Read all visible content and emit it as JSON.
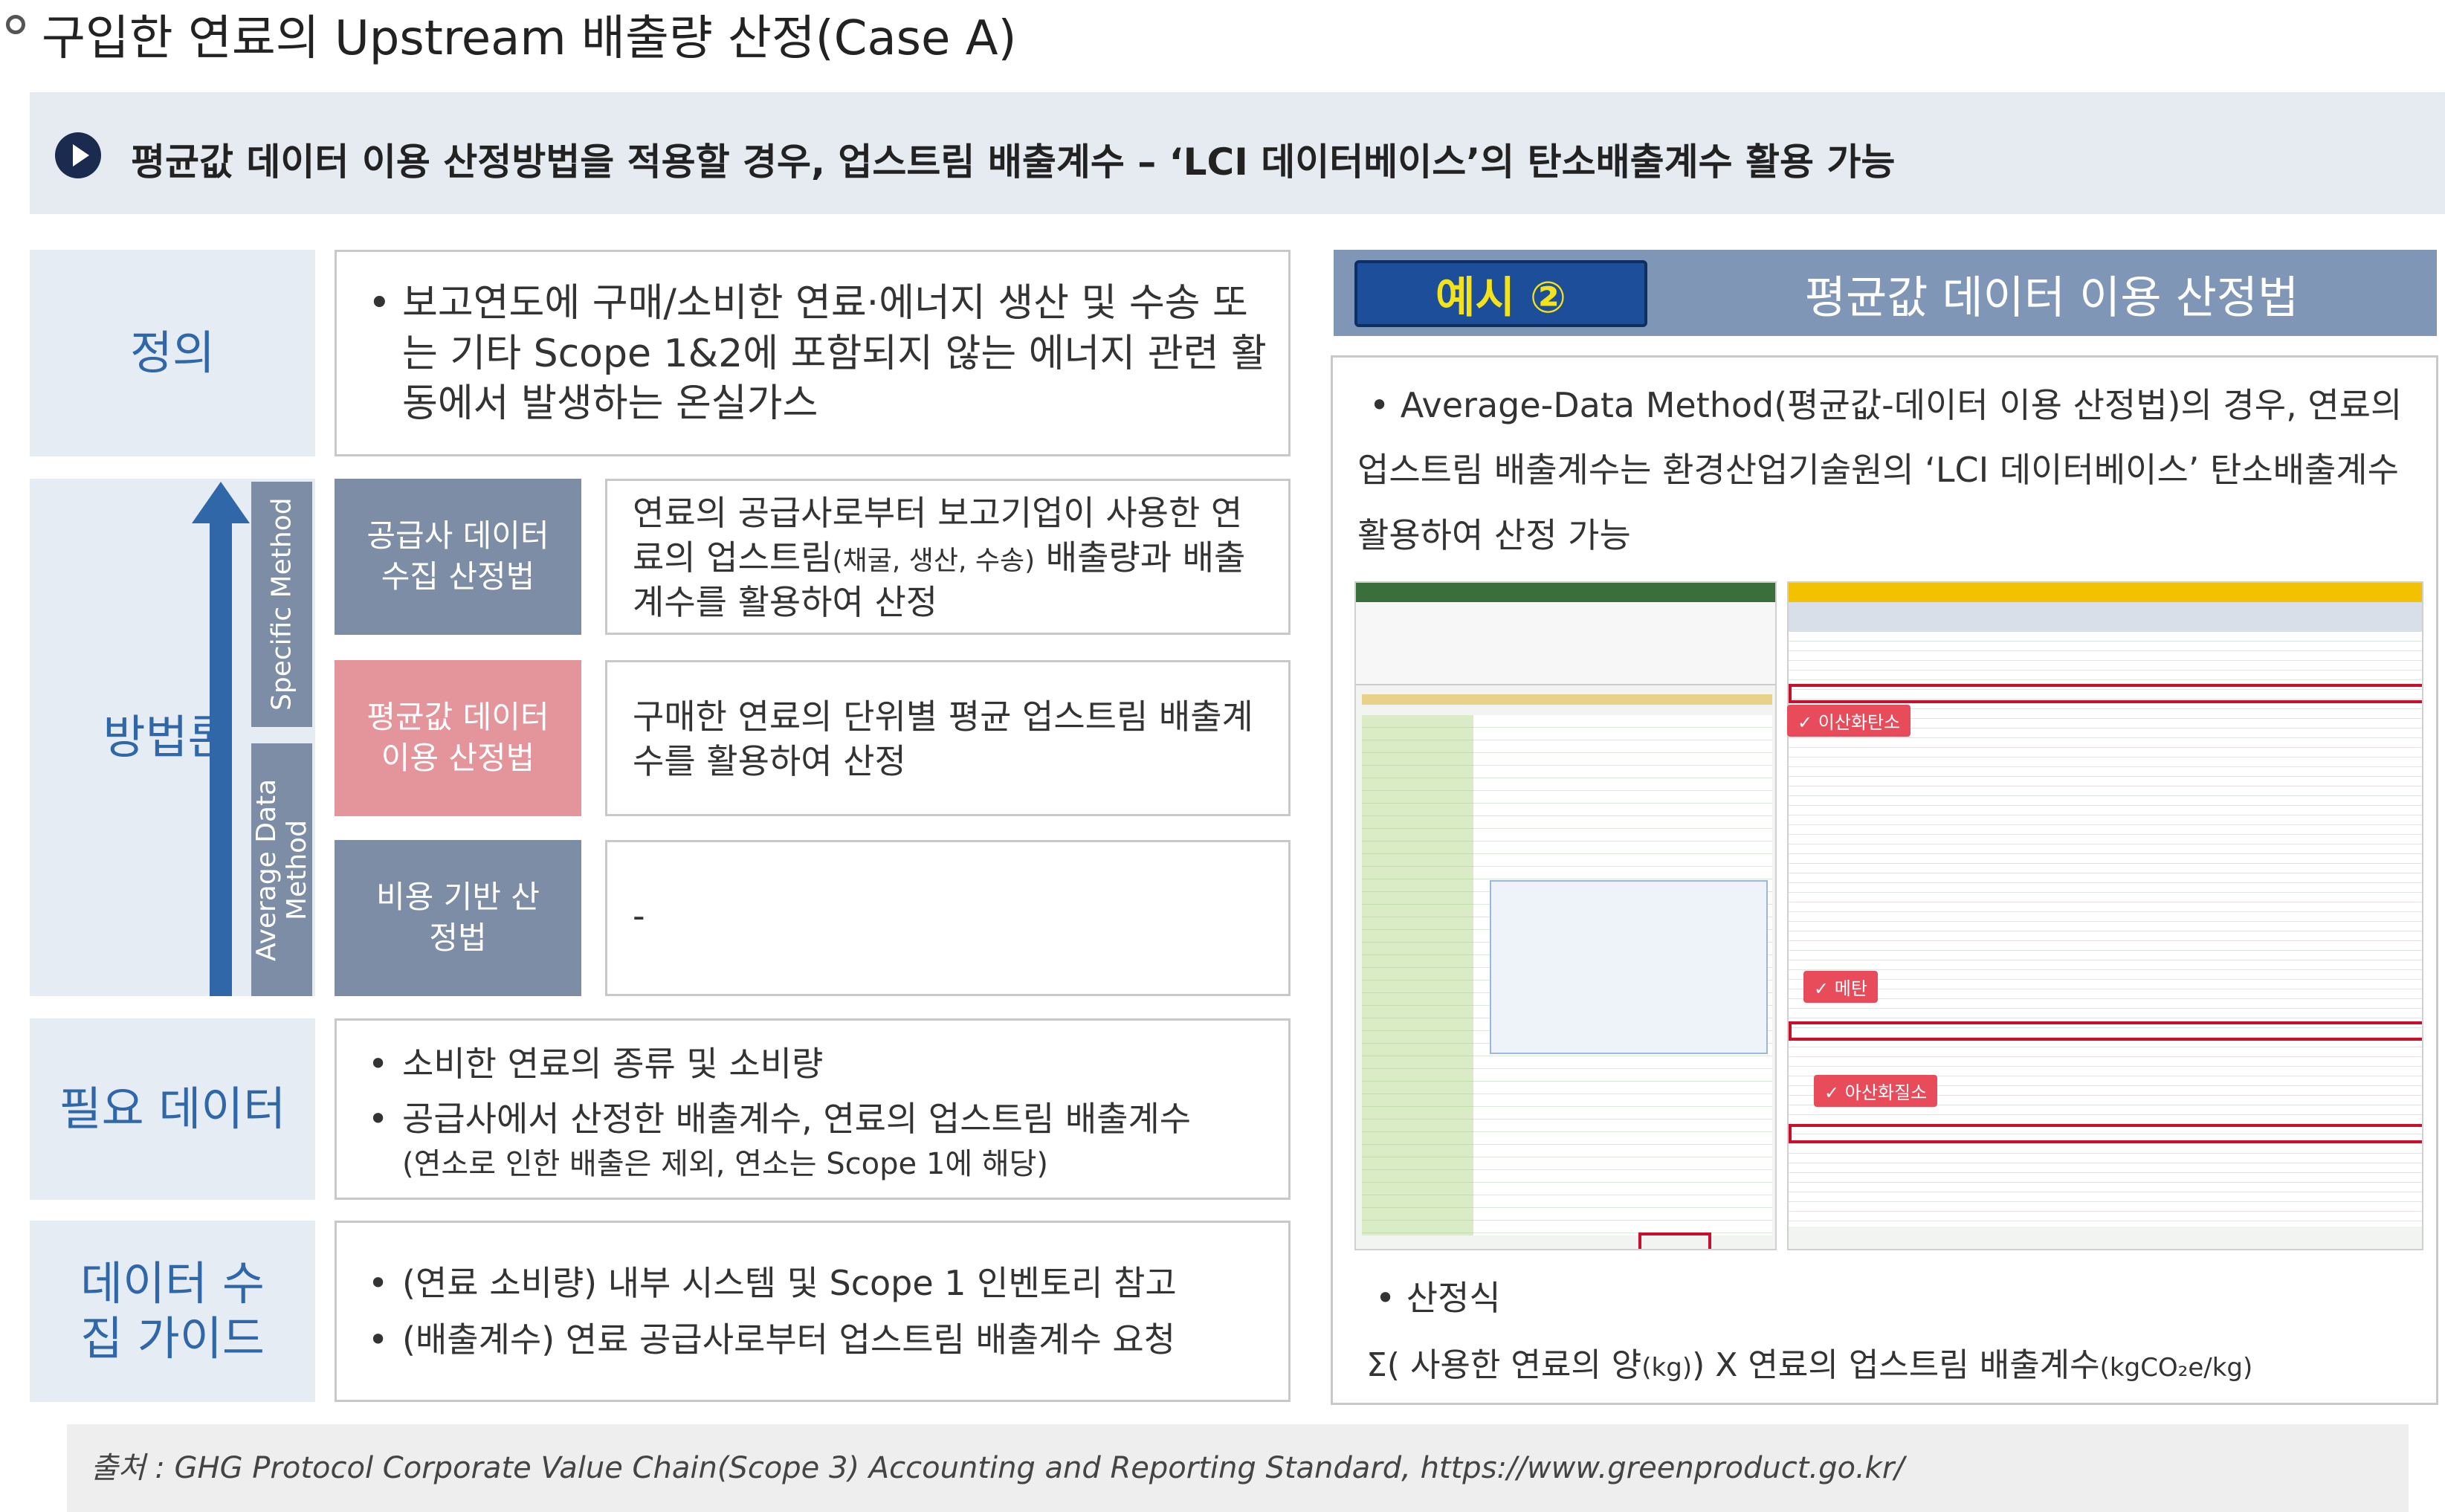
{
  "title": "구입한 연료의 Upstream 배출량 산정(Case A)",
  "banner": "평균값 데이터 이용 산정방법을 적용할 경우, 업스트림 배출계수 – ‘LCI 데이터베이스’의 탄소배출계수 활용 가능",
  "rows": {
    "definition": {
      "label": "정의",
      "text": "보고연도에 구매/소비한 연료·에너지 생산 및 수송 또는 기타 Scope 1&2에 포함되지 않는 에너지 관련 활동에서 발생하는 온실가스"
    },
    "methodology": {
      "label": "방법론",
      "axis_top": "Specific Method",
      "axis_bottom": "Average Data Method",
      "methods": [
        {
          "name": "공급사 데이터 수집 산정법",
          "desc_pre": "연료의 공급사로부터 보고기업이 사용한 연료의 업스트림",
          "desc_small": "(채굴, 생산, 수송)",
          "desc_post": " 배출량과 배출계수를 활용하여 산정"
        },
        {
          "name": "평균값 데이터 이용 산정법",
          "desc": "구매한 연료의 단위별 평균 업스트림 배출계수를 활용하여 산정"
        },
        {
          "name": "비용 기반 산정법",
          "desc": "-"
        }
      ]
    },
    "required_data": {
      "label": "필요 데이터",
      "items": [
        "소비한 연료의 종류 및 소비량",
        "공급사에서 산정한 배출계수, 연료의 업스트림 배출계수"
      ],
      "note": "(연소로 인한 배출은 제외, 연소는 Scope 1에 해당)"
    },
    "guide": {
      "label": "데이터 수집 가이드",
      "items": [
        "(연료 소비량) 내부 시스템 및 Scope 1 인벤토리 참고",
        "(배출계수) 연료 공급사로부터 업스트림 배출계수 요청"
      ]
    }
  },
  "example": {
    "badge": "예시 ②",
    "title": "평균값 데이터 이용 산정법",
    "text": "Average-Data Method(평균값-데이터 이용 산정법)의 경우, 연료의 업스트림 배출계수는 환경산업기술원의 ‘LCI 데이터베이스’ 탄소배출계수 활용하여 산정 가능",
    "tags": [
      "✓ 이산화탄소",
      "✓ 메탄",
      "✓ 아산화질소"
    ],
    "formula_label": "산정식",
    "formula_main": "Σ( 사용한 연료의 양",
    "formula_unit1": "(kg)",
    "formula_mid": ") X  연료의 업스트림 배출계수",
    "formula_unit2": "(kgCO₂e/kg)"
  },
  "source": "출처 : GHG Protocol Corporate Value Chain(Scope 3) Accounting and Reporting Standard, https://www.greenproduct.go.kr/"
}
